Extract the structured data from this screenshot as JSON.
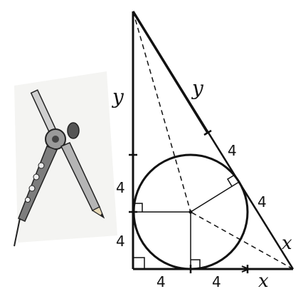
{
  "diagram": {
    "labels": {
      "left_upper": "y",
      "hyp_upper": "y",
      "left_lower_top": "4",
      "left_lower_bottom": "4",
      "base_left": "4",
      "base_right": "4",
      "base_far": "x",
      "hyp_mid_upper": "4",
      "hyp_mid_lower": "4",
      "hyp_bottom": "x"
    },
    "illustration": "drawing-compass"
  }
}
